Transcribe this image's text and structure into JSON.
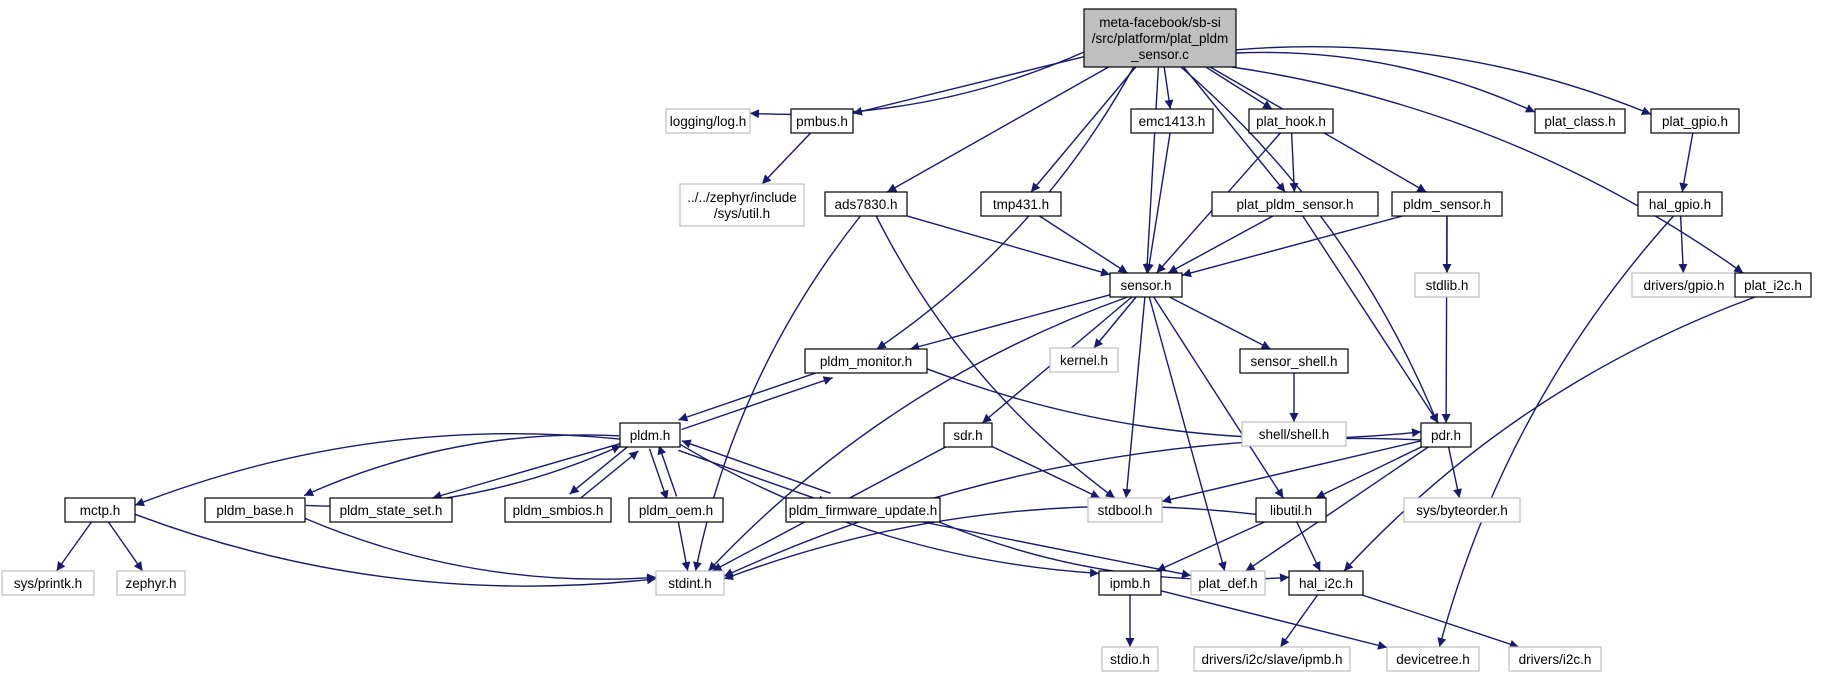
{
  "colors": {
    "edge": "#191970",
    "root_fill": "#bfbfbf",
    "node_stroke": "#000000",
    "external_stroke": "#bfbfbf",
    "background": "#ffffff"
  },
  "nodes": [
    {
      "id": "root",
      "lines": [
        "meta-facebook/sb-si",
        "/src/platform/plat_pldm",
        "_sensor.c"
      ],
      "kind": "root"
    },
    {
      "id": "logging_log_h",
      "lines": [
        "logging/log.h"
      ],
      "kind": "external"
    },
    {
      "id": "pmbus_h",
      "lines": [
        "pmbus.h"
      ],
      "kind": "local"
    },
    {
      "id": "zephyr_util_h",
      "lines": [
        "../../zephyr/include",
        "/sys/util.h"
      ],
      "kind": "external"
    },
    {
      "id": "ads7830_h",
      "lines": [
        "ads7830.h"
      ],
      "kind": "local"
    },
    {
      "id": "tmp431_h",
      "lines": [
        "tmp431.h"
      ],
      "kind": "local"
    },
    {
      "id": "emc1413_h",
      "lines": [
        "emc1413.h"
      ],
      "kind": "local"
    },
    {
      "id": "plat_hook_h",
      "lines": [
        "plat_hook.h"
      ],
      "kind": "local"
    },
    {
      "id": "plat_pldm_sensor_h",
      "lines": [
        "plat_pldm_sensor.h"
      ],
      "kind": "local"
    },
    {
      "id": "pldm_sensor_h",
      "lines": [
        "pldm_sensor.h"
      ],
      "kind": "local"
    },
    {
      "id": "plat_class_h",
      "lines": [
        "plat_class.h"
      ],
      "kind": "local"
    },
    {
      "id": "plat_gpio_h",
      "lines": [
        "plat_gpio.h"
      ],
      "kind": "local"
    },
    {
      "id": "hal_gpio_h",
      "lines": [
        "hal_gpio.h"
      ],
      "kind": "local"
    },
    {
      "id": "drivers_gpio_h",
      "lines": [
        "drivers/gpio.h"
      ],
      "kind": "external"
    },
    {
      "id": "plat_i2c_h",
      "lines": [
        "plat_i2c.h"
      ],
      "kind": "local"
    },
    {
      "id": "sensor_h",
      "lines": [
        "sensor.h"
      ],
      "kind": "local"
    },
    {
      "id": "stdlib_h",
      "lines": [
        "stdlib.h"
      ],
      "kind": "external"
    },
    {
      "id": "pldm_monitor_h",
      "lines": [
        "pldm_monitor.h"
      ],
      "kind": "local"
    },
    {
      "id": "kernel_h",
      "lines": [
        "kernel.h"
      ],
      "kind": "external"
    },
    {
      "id": "sensor_shell_h",
      "lines": [
        "sensor_shell.h"
      ],
      "kind": "local"
    },
    {
      "id": "shell_shell_h",
      "lines": [
        "shell/shell.h"
      ],
      "kind": "external"
    },
    {
      "id": "pdr_h",
      "lines": [
        "pdr.h"
      ],
      "kind": "local"
    },
    {
      "id": "pldm_h",
      "lines": [
        "pldm.h"
      ],
      "kind": "local"
    },
    {
      "id": "sdr_h",
      "lines": [
        "sdr.h"
      ],
      "kind": "local"
    },
    {
      "id": "mctp_h",
      "lines": [
        "mctp.h"
      ],
      "kind": "local"
    },
    {
      "id": "pldm_base_h",
      "lines": [
        "pldm_base.h"
      ],
      "kind": "local"
    },
    {
      "id": "pldm_state_set_h",
      "lines": [
        "pldm_state_set.h"
      ],
      "kind": "local"
    },
    {
      "id": "pldm_smbios_h",
      "lines": [
        "pldm_smbios.h"
      ],
      "kind": "local"
    },
    {
      "id": "pldm_oem_h",
      "lines": [
        "pldm_oem.h"
      ],
      "kind": "local"
    },
    {
      "id": "pldm_firmware_update_h",
      "lines": [
        "pldm_firmware_update.h"
      ],
      "kind": "local"
    },
    {
      "id": "stdbool_h",
      "lines": [
        "stdbool.h"
      ],
      "kind": "external"
    },
    {
      "id": "libutil_h",
      "lines": [
        "libutil.h"
      ],
      "kind": "local"
    },
    {
      "id": "sys_byteorder_h",
      "lines": [
        "sys/byteorder.h"
      ],
      "kind": "external"
    },
    {
      "id": "sys_printk_h",
      "lines": [
        "sys/printk.h"
      ],
      "kind": "external"
    },
    {
      "id": "zephyr_h",
      "lines": [
        "zephyr.h"
      ],
      "kind": "external"
    },
    {
      "id": "stdint_h",
      "lines": [
        "stdint.h"
      ],
      "kind": "external"
    },
    {
      "id": "ipmb_h",
      "lines": [
        "ipmb.h"
      ],
      "kind": "local"
    },
    {
      "id": "plat_def_h",
      "lines": [
        "plat_def.h"
      ],
      "kind": "external"
    },
    {
      "id": "hal_i2c_h",
      "lines": [
        "hal_i2c.h"
      ],
      "kind": "local"
    },
    {
      "id": "stdio_h",
      "lines": [
        "stdio.h"
      ],
      "kind": "external"
    },
    {
      "id": "drivers_i2c_slave_ipmb_h",
      "lines": [
        "drivers/i2c/slave/ipmb.h"
      ],
      "kind": "external"
    },
    {
      "id": "devicetree_h",
      "lines": [
        "devicetree.h"
      ],
      "kind": "external"
    },
    {
      "id": "drivers_i2c_h",
      "lines": [
        "drivers/i2c.h"
      ],
      "kind": "external"
    }
  ],
  "edges": [
    [
      "root",
      "logging_log_h"
    ],
    [
      "root",
      "pmbus_h"
    ],
    [
      "root",
      "ads7830_h"
    ],
    [
      "root",
      "pldm_monitor_h"
    ],
    [
      "root",
      "tmp431_h"
    ],
    [
      "root",
      "sensor_h"
    ],
    [
      "root",
      "emc1413_h"
    ],
    [
      "root",
      "plat_hook_h"
    ],
    [
      "root",
      "plat_pldm_sensor_h"
    ],
    [
      "root",
      "pldm_sensor_h"
    ],
    [
      "root",
      "pdr_h"
    ],
    [
      "root",
      "plat_class_h"
    ],
    [
      "root",
      "plat_gpio_h"
    ],
    [
      "root",
      "plat_i2c_h"
    ],
    [
      "pmbus_h",
      "zephyr_util_h"
    ],
    [
      "ads7830_h",
      "sensor_h"
    ],
    [
      "ads7830_h",
      "stdint_h"
    ],
    [
      "ads7830_h",
      "stdbool_h"
    ],
    [
      "tmp431_h",
      "sensor_h"
    ],
    [
      "emc1413_h",
      "sensor_h"
    ],
    [
      "plat_hook_h",
      "plat_pldm_sensor_h"
    ],
    [
      "plat_hook_h",
      "sensor_h"
    ],
    [
      "plat_pldm_sensor_h",
      "sensor_h"
    ],
    [
      "plat_pldm_sensor_h",
      "pdr_h"
    ],
    [
      "pldm_sensor_h",
      "sensor_h"
    ],
    [
      "pldm_sensor_h",
      "stdlib_h"
    ],
    [
      "pldm_sensor_h",
      "pdr_h"
    ],
    [
      "plat_gpio_h",
      "hal_gpio_h"
    ],
    [
      "hal_gpio_h",
      "drivers_gpio_h"
    ],
    [
      "hal_gpio_h",
      "devicetree_h"
    ],
    [
      "plat_i2c_h",
      "hal_i2c_h"
    ],
    [
      "sensor_h",
      "pldm_monitor_h"
    ],
    [
      "sensor_h",
      "kernel_h"
    ],
    [
      "sensor_h",
      "sensor_shell_h"
    ],
    [
      "sensor_h",
      "sdr_h"
    ],
    [
      "sensor_h",
      "stdbool_h"
    ],
    [
      "sensor_h",
      "stdint_h"
    ],
    [
      "sensor_h",
      "plat_def_h"
    ],
    [
      "sensor_h",
      "libutil_h"
    ],
    [
      "sensor_shell_h",
      "shell_shell_h"
    ],
    [
      "pldm_monitor_h",
      "pldm_h"
    ],
    [
      "pldm_monitor_h",
      "pdr_h"
    ],
    [
      "pldm_h",
      "pldm_monitor_h"
    ],
    [
      "pldm_h",
      "mctp_h"
    ],
    [
      "pldm_h",
      "pldm_base_h"
    ],
    [
      "pldm_h",
      "pldm_state_set_h"
    ],
    [
      "pldm_h",
      "pldm_smbios_h"
    ],
    [
      "pldm_h",
      "pldm_oem_h"
    ],
    [
      "pldm_h",
      "pldm_firmware_update_h"
    ],
    [
      "pldm_h",
      "ipmb_h"
    ],
    [
      "pldm_base_h",
      "pldm_h"
    ],
    [
      "pldm_base_h",
      "stdint_h"
    ],
    [
      "pldm_smbios_h",
      "pldm_h"
    ],
    [
      "pldm_oem_h",
      "pldm_h"
    ],
    [
      "pldm_oem_h",
      "stdint_h"
    ],
    [
      "pldm_firmware_update_h",
      "pldm_h"
    ],
    [
      "pldm_firmware_update_h",
      "plat_def_h"
    ],
    [
      "pldm_firmware_update_h",
      "hal_i2c_h"
    ],
    [
      "sdr_h",
      "stdbool_h"
    ],
    [
      "sdr_h",
      "stdint_h"
    ],
    [
      "mctp_h",
      "sys_printk_h"
    ],
    [
      "mctp_h",
      "zephyr_h"
    ],
    [
      "mctp_h",
      "stdint_h"
    ],
    [
      "pdr_h",
      "stdbool_h"
    ],
    [
      "pdr_h",
      "libutil_h"
    ],
    [
      "pdr_h",
      "sys_byteorder_h"
    ],
    [
      "pdr_h",
      "stdint_h"
    ],
    [
      "pdr_h",
      "plat_def_h"
    ],
    [
      "libutil_h",
      "stdint_h"
    ],
    [
      "libutil_h",
      "ipmb_h"
    ],
    [
      "libutil_h",
      "hal_i2c_h"
    ],
    [
      "ipmb_h",
      "stdio_h"
    ],
    [
      "ipmb_h",
      "devicetree_h"
    ],
    [
      "hal_i2c_h",
      "drivers_i2c_slave_ipmb_h"
    ],
    [
      "hal_i2c_h",
      "drivers_i2c_h"
    ]
  ]
}
